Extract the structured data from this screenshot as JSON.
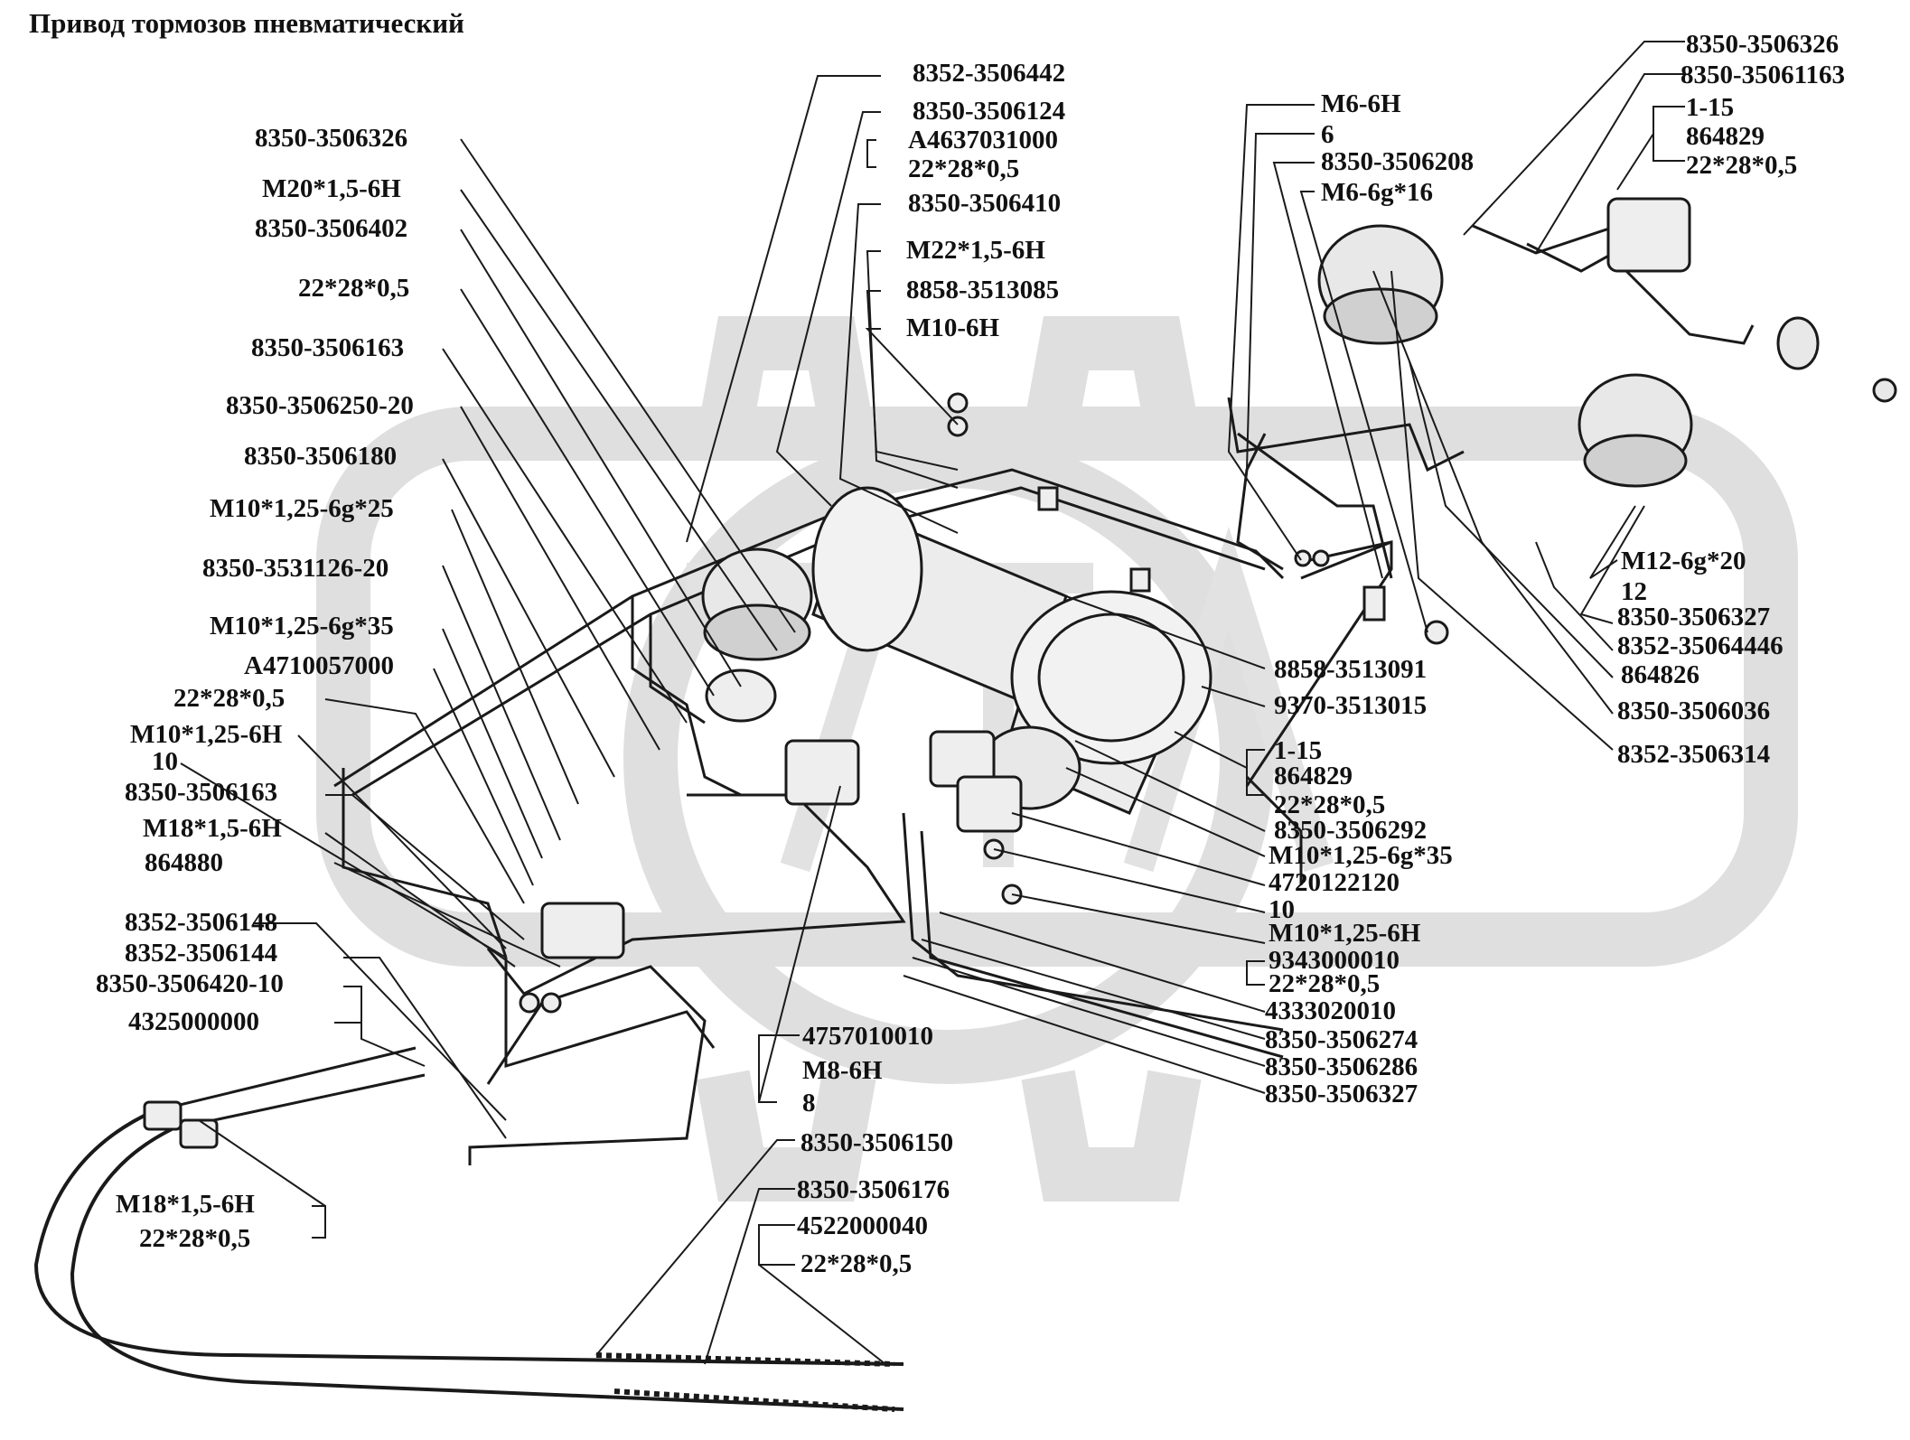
{
  "title": "Привод тормозов пневматический",
  "colors": {
    "line": "#1a1a1a",
    "watermark": "#d9d9d9",
    "part_fill": "#f2f2f2"
  },
  "labels": {
    "l01": "8352-3506442",
    "l02": "8350-3506124",
    "l03": "A4637031000",
    "l04": "22*28*0,5",
    "l05": "8350-3506410",
    "l06": "M22*1,5-6H",
    "l07": "8858-3513085",
    "l08": "M10-6H",
    "l09": "8350-3506326",
    "l10": "M20*1,5-6H",
    "l11": "8350-3506402",
    "l12": "22*28*0,5",
    "l13": "8350-3506163",
    "l14": "8350-3506250-20",
    "l15": "8350-3506180",
    "l16": "M10*1,25-6g*25",
    "l17": "8350-3531126-20",
    "l18": "M10*1,25-6g*35",
    "l19": "A4710057000",
    "l20": "22*28*0,5",
    "l21": "M10*1,25-6H",
    "l22": "10",
    "l23": "8350-3506163",
    "l24": "M18*1,5-6H",
    "l25": "864880",
    "l26": "8352-3506148",
    "l27": "8352-3506144",
    "l28": "8350-3506420-10",
    "l29": "4325000000",
    "l30": "M18*1,5-6H",
    "l31": "22*28*0,5",
    "l32": "8350-3506150",
    "l33": "8350-3506176",
    "l34": "4522000040",
    "l35": "22*28*0,5",
    "l36": "4757010010",
    "l37": "M8-6H",
    "l38": "8",
    "r01": "M6-6H",
    "r02": "6",
    "r03": "8350-3506208",
    "r04": "M6-6g*16",
    "r05": "8350-3506326",
    "r06": "8350-35061163",
    "r07": "1-15",
    "r08": "864829",
    "r09": "22*28*0,5",
    "r10": "M12-6g*20",
    "r11": "12",
    "r12": "8350-3506327",
    "r13": "8352-35064446",
    "r14": "864826",
    "r15": "8350-3506036",
    "r16": "8352-3506314",
    "r17": "8858-3513091",
    "r18": "9370-3513015",
    "r19": "1-15",
    "r20": "864829",
    "r21": "22*28*0,5",
    "r22": "8350-3506292",
    "r23": "M10*1,25-6g*35",
    "r24": "4720122120",
    "r25": "10",
    "r26": "M10*1,25-6H",
    "r27": "9343000010",
    "r28": "22*28*0,5",
    "r29": "4333020010",
    "r30": "8350-3506274",
    "r31": "8350-3506286",
    "r32": "8350-3506327"
  }
}
